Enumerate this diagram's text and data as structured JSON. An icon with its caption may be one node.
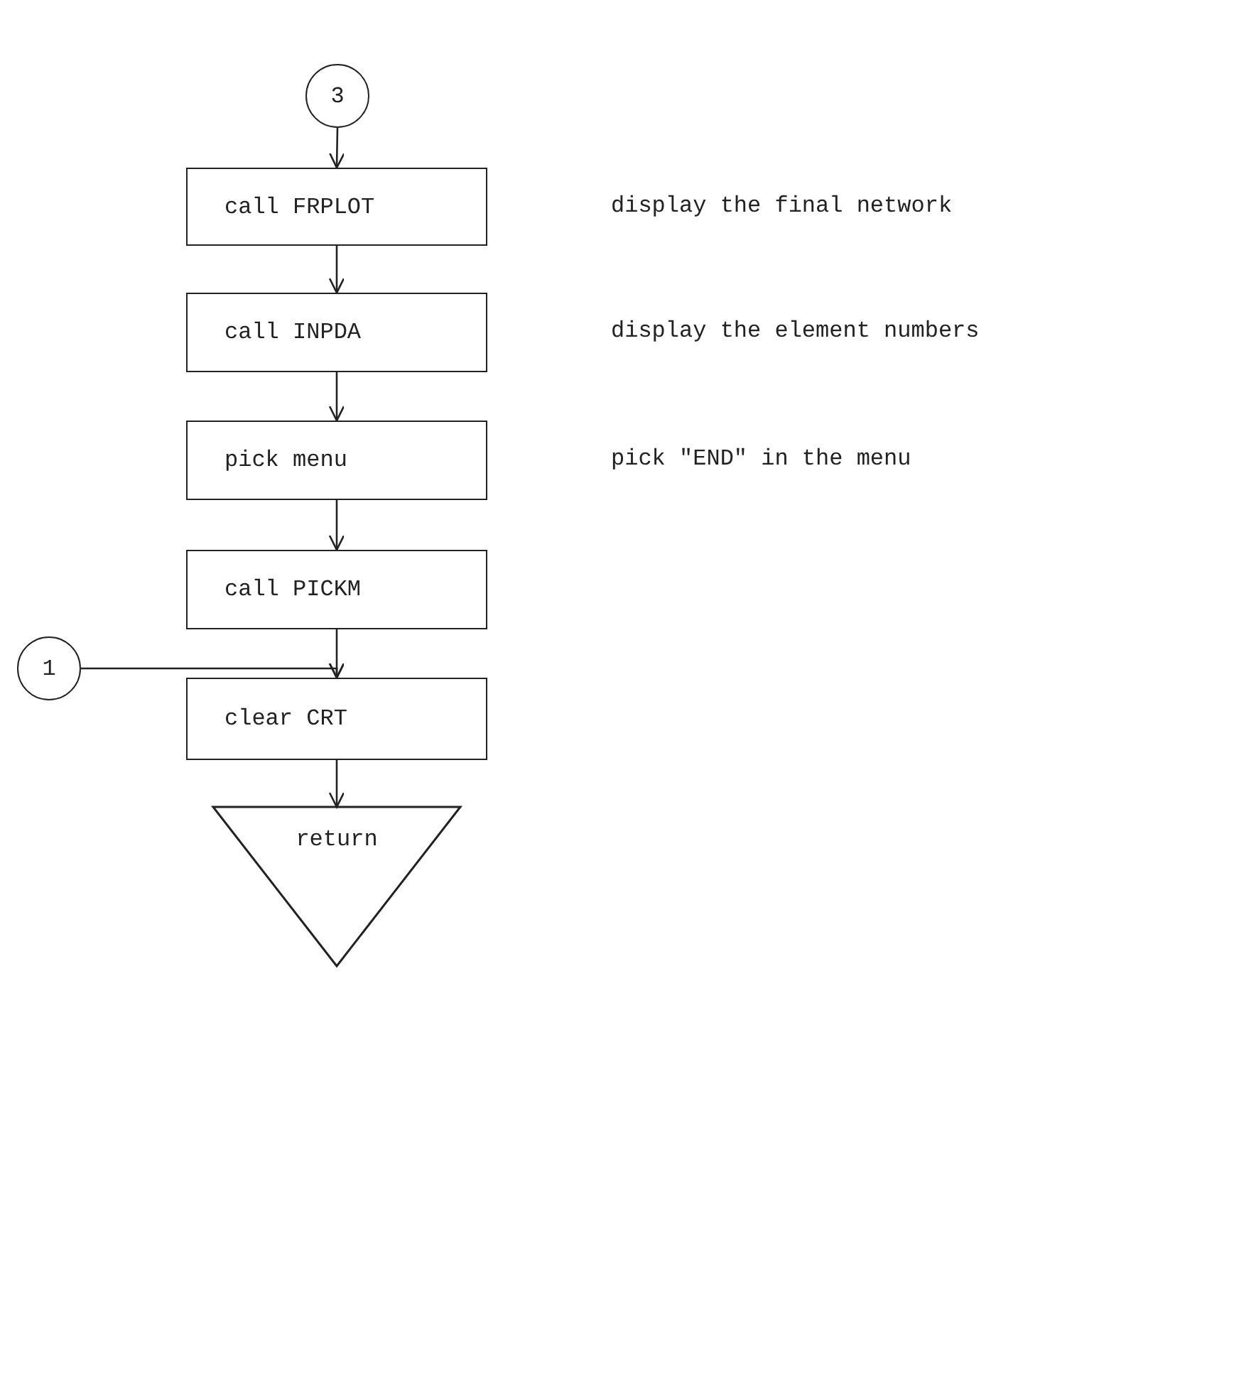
{
  "diagram": {
    "nodes": [
      {
        "text": [
          "3"
        ]
      },
      {
        "text": [
          "call FRPLOT"
        ]
      },
      {
        "text": [
          "call INPDA"
        ]
      },
      {
        "text": [
          "pick menu"
        ]
      },
      {
        "text": [
          "call PICKM"
        ]
      },
      {
        "text": [
          "1"
        ]
      },
      {
        "text": [
          "clear CRT"
        ]
      },
      {
        "text": [
          "return"
        ]
      }
    ],
    "edges": [
      {
        "from": 0,
        "to": 1,
        "arrow": "to"
      },
      {
        "from": 1,
        "to": 2,
        "arrow": "to"
      },
      {
        "from": 2,
        "to": 3,
        "arrow": "to"
      },
      {
        "from": 3,
        "to": 4,
        "arrow": "to"
      },
      {
        "from": 4,
        "to": 6,
        "arrow": "to"
      },
      {
        "from": 5,
        "to": 6,
        "arrow": "to"
      },
      {
        "from": 6,
        "to": 7,
        "arrow": "to"
      }
    ],
    "labels": [
      "display the final network",
      "display the element numbers",
      "pick \"END\" in the menu"
    ]
  }
}
